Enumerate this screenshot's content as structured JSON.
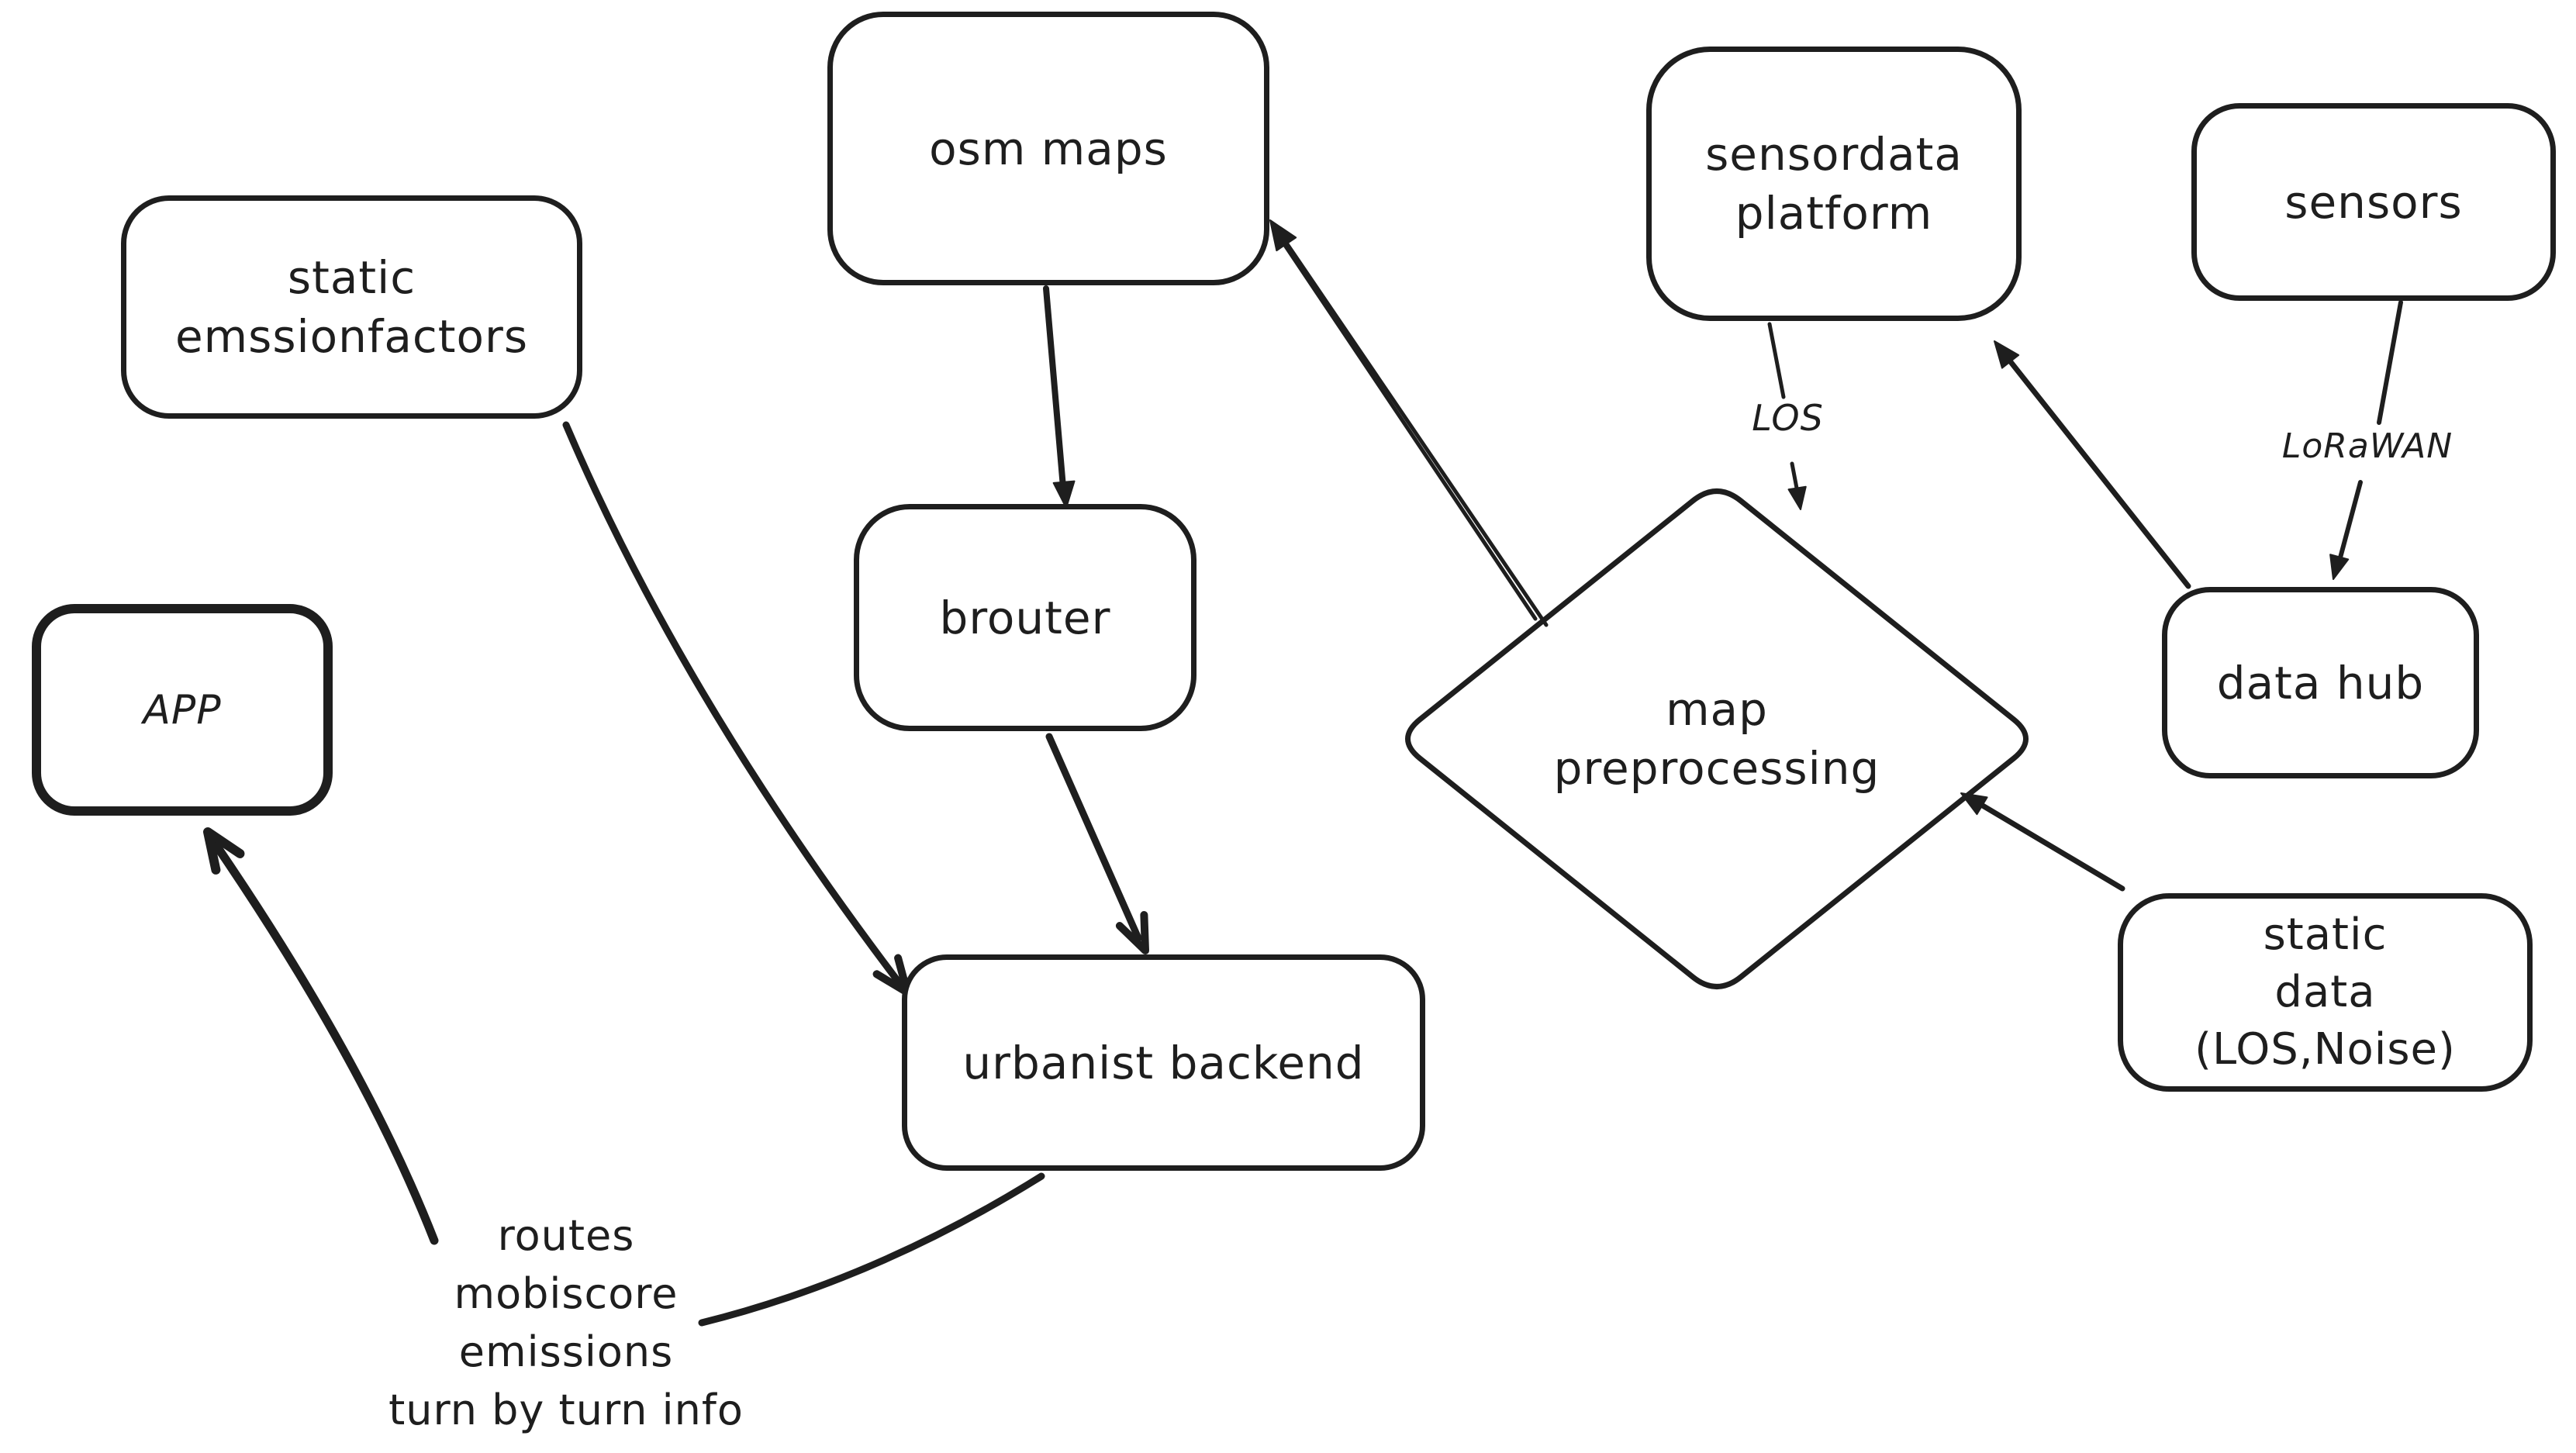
{
  "diagram": {
    "colors": {
      "stroke": "#1e1e1e",
      "background": "#ffffff"
    },
    "nodes": [
      {
        "id": "static-emissionfactors",
        "shape": "rectangle",
        "lines": [
          "static",
          "emssionfactors"
        ]
      },
      {
        "id": "osm-maps",
        "shape": "rectangle",
        "lines": [
          "osm maps"
        ]
      },
      {
        "id": "sensordata-platform",
        "shape": "rectangle",
        "lines": [
          "sensordata",
          "platform"
        ]
      },
      {
        "id": "sensors",
        "shape": "rectangle",
        "lines": [
          "sensors"
        ]
      },
      {
        "id": "app",
        "shape": "rectangle",
        "lines": [
          "APP"
        ]
      },
      {
        "id": "brouter",
        "shape": "rectangle",
        "lines": [
          "brouter"
        ]
      },
      {
        "id": "map-preprocessing",
        "shape": "diamond",
        "lines": [
          "map",
          "preprocessing"
        ]
      },
      {
        "id": "data-hub",
        "shape": "rectangle",
        "lines": [
          "data hub"
        ]
      },
      {
        "id": "urbanist-backend",
        "shape": "rectangle",
        "lines": [
          "urbanist backend"
        ]
      },
      {
        "id": "static-data",
        "shape": "rectangle",
        "lines": [
          "static",
          "data",
          "(LOS,Noise)"
        ]
      }
    ],
    "edges": [
      {
        "from": "osm-maps",
        "to": "brouter",
        "label": ""
      },
      {
        "from": "brouter",
        "to": "urbanist-backend",
        "label": ""
      },
      {
        "from": "static-emissionfactors",
        "to": "urbanist-backend",
        "label": ""
      },
      {
        "from": "map-preprocessing",
        "to": "osm-maps",
        "label": ""
      },
      {
        "from": "sensordata-platform",
        "to": "map-preprocessing",
        "label": "LOS"
      },
      {
        "from": "data-hub",
        "to": "sensordata-platform",
        "label": ""
      },
      {
        "from": "sensors",
        "to": "data-hub",
        "label": "LoRaWAN"
      },
      {
        "from": "static-data",
        "to": "map-preprocessing",
        "label": ""
      },
      {
        "from": "routes-outputs",
        "to": "app",
        "label": ""
      },
      {
        "from": "urbanist-backend",
        "to": "routes-outputs",
        "label": ""
      }
    ],
    "annotations": [
      {
        "id": "outputs",
        "lines": [
          "routes",
          "mobiscore",
          "emissions",
          "turn by turn info"
        ]
      }
    ]
  }
}
